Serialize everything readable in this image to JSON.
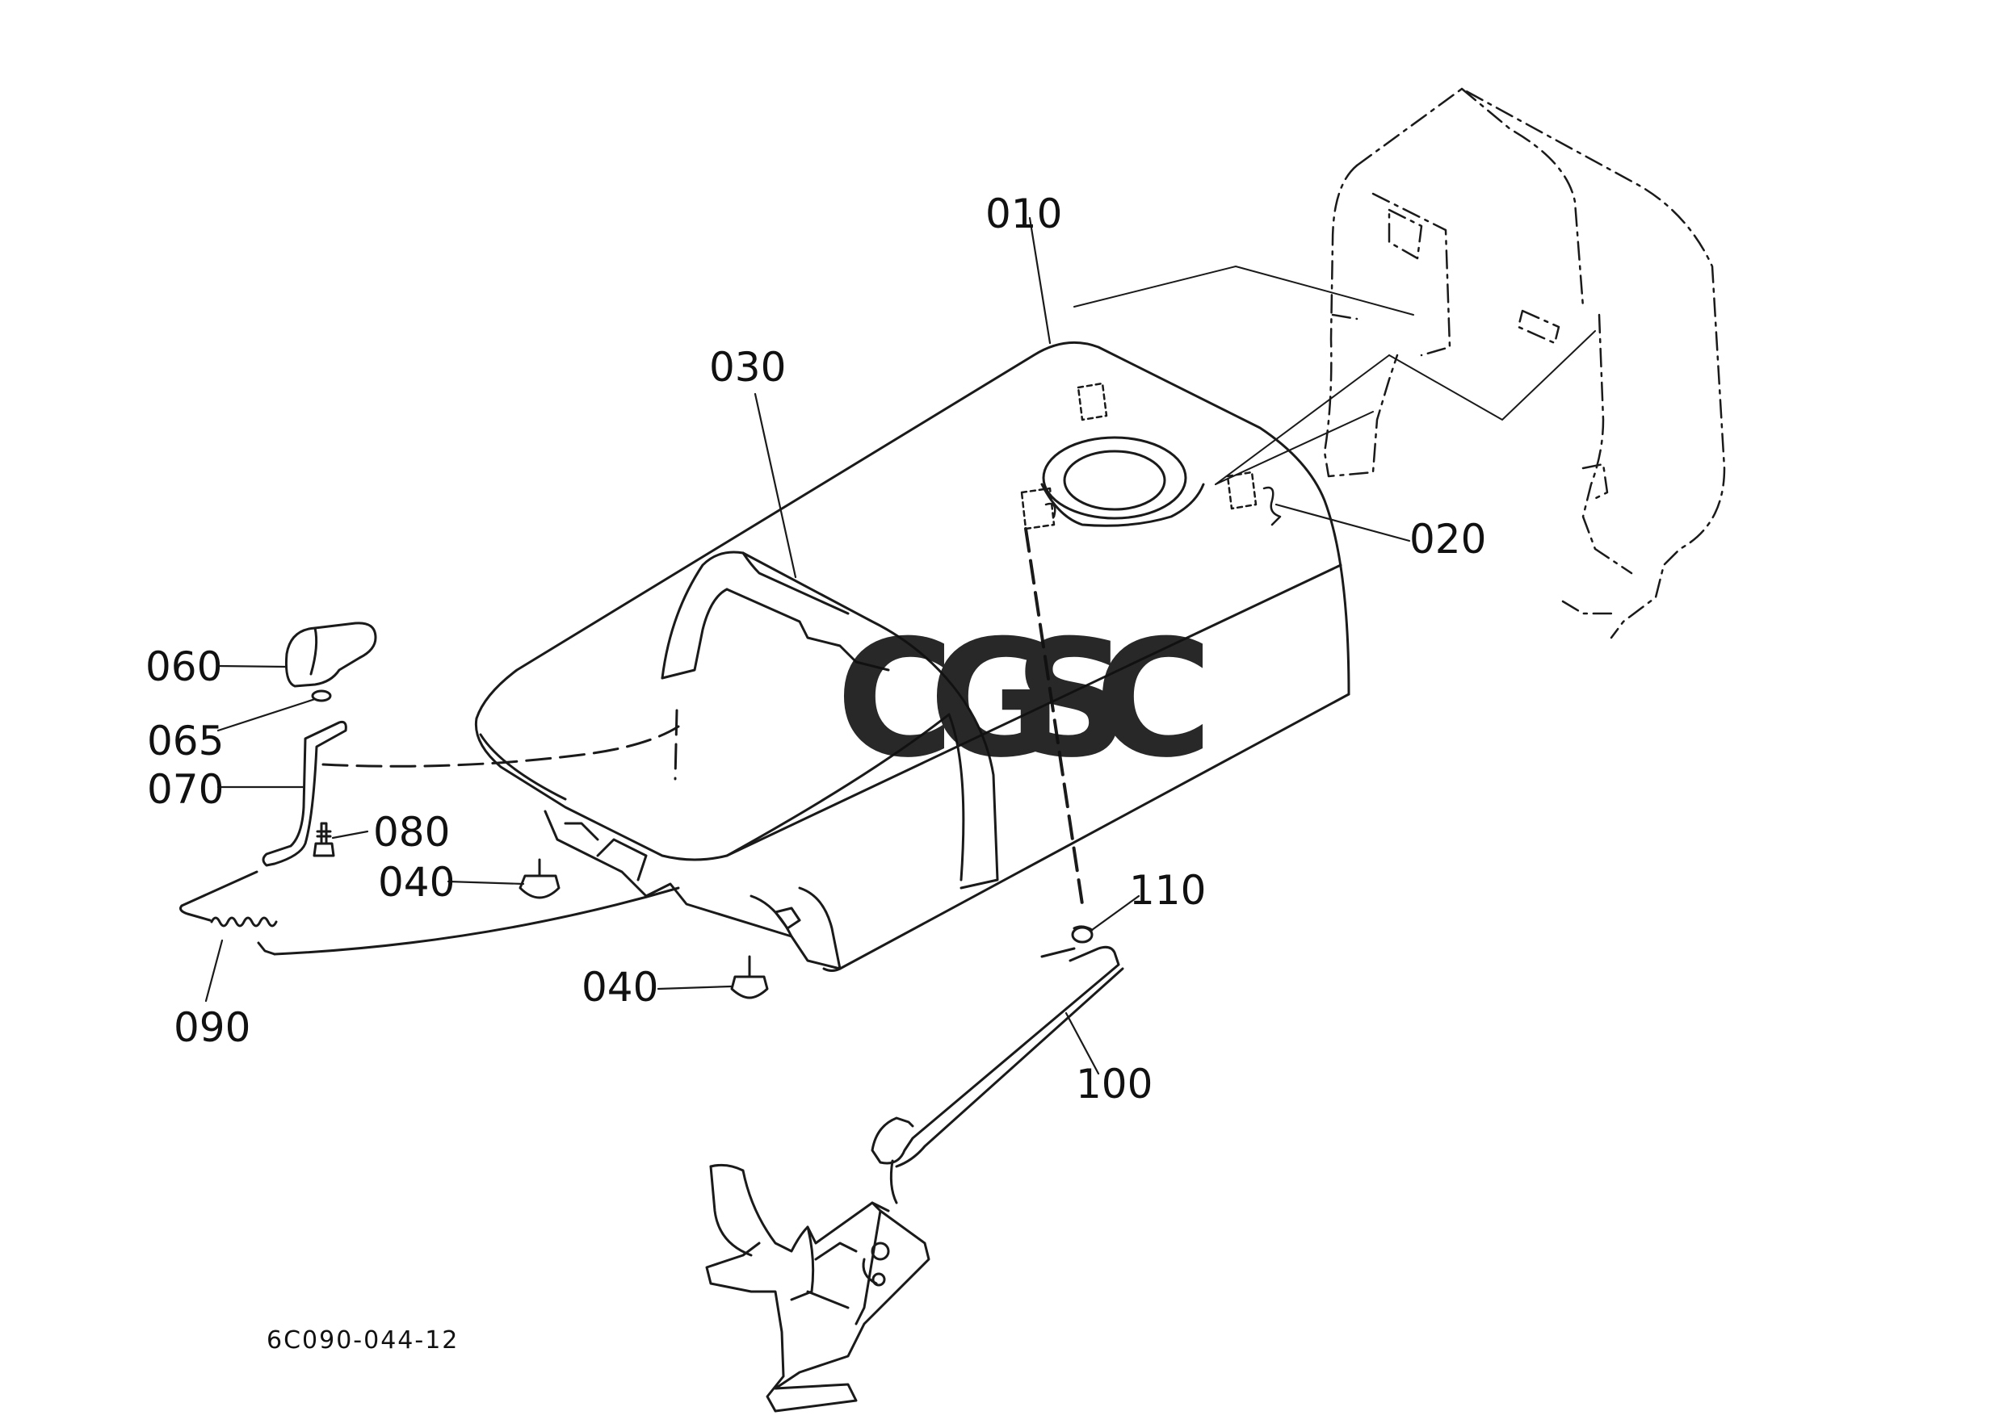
{
  "drawing_number": "6C090-044-12",
  "watermark": {
    "letters": [
      "C",
      "G",
      "S",
      "C"
    ],
    "colors": [
      "#7fa8f2",
      "#f0868a",
      "#f6d76a",
      "#86cba8"
    ]
  },
  "callouts": {
    "p010": "010",
    "p020": "020",
    "p030": "030",
    "p040a": "040",
    "p040b": "040",
    "p060": "060",
    "p065": "065",
    "p070": "070",
    "p080": "080",
    "p090": "090",
    "p100": "100",
    "p110": "110"
  },
  "colors": {
    "line": "#1a1a1a",
    "background": "#ffffff"
  }
}
